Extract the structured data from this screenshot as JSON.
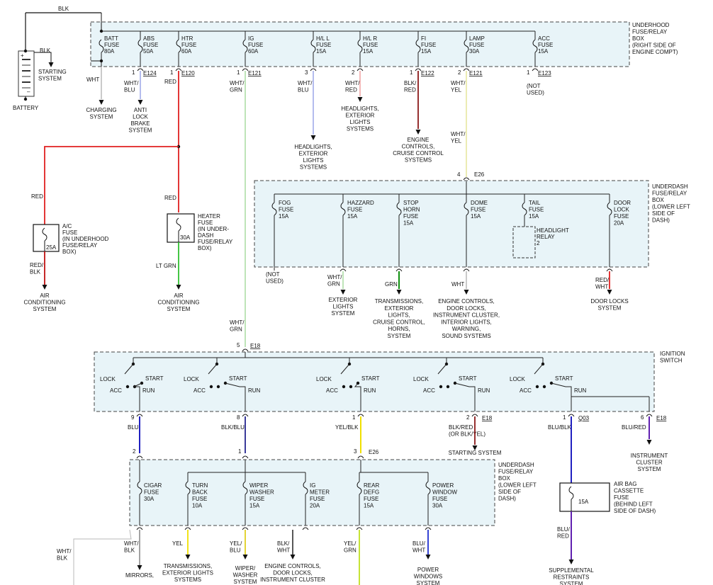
{
  "colors": {
    "BLK": "#111111",
    "RED": "#e02020",
    "WHT": "#b8b8b8",
    "WHT/BLU": "#9aa6e8",
    "WHT/GRN": "#a8dba0",
    "WHT/RED": "#f0a0a0",
    "BLK/RED": "#8b1a1a",
    "WHT/YEL": "#e6e69a",
    "LT GRN": "#30c030",
    "GRN": "#109010",
    "BLU": "#2020c0",
    "BLK/BLU": "#3a3a9a",
    "YEL/BLK": "#f0e000",
    "BLU/BLK": "#2020c0",
    "BLU/RED": "#6020b0",
    "YEL": "#f0e000",
    "YEL/BLU": "#e0d020",
    "BLK/WHT": "#444444",
    "YEL/GRN": "#c0e020",
    "BLU/WHT": "#2030d0",
    "WHT/BLK": "#999999",
    "RED/WHT": "#e02020",
    "RED/BLK": "#c01010"
  },
  "battery": {
    "label": "BATTERY",
    "blk": "BLK",
    "top_blk": "BLK",
    "starting": [
      "STARTING",
      "SYSTEM"
    ],
    "plus": "+",
    "minus": "–"
  },
  "underhood": {
    "title": [
      "UNDERHOOD",
      "FUSE/RELAY",
      "BOX",
      "(RIGHT SIDE OF",
      "ENGINE COMPT)"
    ],
    "fuses": [
      {
        "lines": [
          "BATT",
          "FUSE",
          "80A"
        ]
      },
      {
        "lines": [
          "ABS",
          "FUSE",
          "50A"
        ]
      },
      {
        "lines": [
          "HTR",
          "FUSE",
          "60A"
        ]
      },
      {
        "lines": [
          "IG",
          "FUSE",
          "60A"
        ]
      },
      {
        "lines": [
          "H/L L",
          "FUSE",
          "15A"
        ]
      },
      {
        "lines": [
          "H/L R",
          "FUSE",
          "15A"
        ]
      },
      {
        "lines": [
          "FI",
          "FUSE",
          "15A"
        ]
      },
      {
        "lines": [
          "LAMP",
          "FUSE",
          "30A"
        ]
      },
      {
        "lines": [
          "ACC",
          "FUSE",
          "15A"
        ]
      }
    ],
    "pins": [
      {
        "pin": "1",
        "ref": "E124"
      },
      {
        "pin": "1",
        "ref": "E120"
      },
      {
        "pin": "1",
        "ref": "E121"
      },
      {
        "pin": "3",
        "ref": ""
      },
      {
        "pin": "2",
        "ref": ""
      },
      {
        "pin": "1",
        "ref": "E122"
      },
      {
        "pin": "2",
        "ref": "E121"
      },
      {
        "pin": "1",
        "ref": "E123"
      }
    ],
    "wires": [
      {
        "lines": [
          "WHT"
        ]
      },
      {
        "lines": [
          "WHT/",
          "BLU"
        ]
      },
      {
        "lines": [
          "RED"
        ]
      },
      {
        "lines": [
          "WHT/",
          "GRN"
        ]
      },
      {
        "lines": [
          "WHT/",
          "BLU"
        ]
      },
      {
        "lines": [
          "WHT/",
          "RED"
        ]
      },
      {
        "lines": [
          "BLK/",
          "RED"
        ]
      },
      {
        "lines": [
          "WHT/",
          "YEL"
        ]
      },
      {
        "lines": [
          "(NOT",
          "USED)"
        ]
      }
    ],
    "destinations": [
      {
        "lines": [
          "CHARGING",
          "SYSTEM"
        ]
      },
      {
        "lines": [
          "ANTI",
          "LOCK",
          "BRAKE",
          "SYSTEM"
        ]
      },
      {
        "lines": [
          "HEADLIGHTS,",
          "EXTERIOR",
          "LIGHTS",
          "SYSTEMS"
        ]
      },
      {
        "lines": [
          "HEADLIGHTS,",
          "EXTERIOR",
          "LIGHTS",
          "SYSTEMS"
        ]
      },
      {
        "lines": [
          "ENGINE",
          "CONTROLS,",
          "CRUISE CONTROL",
          "SYSTEMS"
        ]
      }
    ],
    "lamp_wire2": [
      "WHT/",
      "YEL"
    ]
  },
  "heater_branch": {
    "red1": "RED",
    "red2": "RED",
    "ac_fuse": [
      "A/C",
      "FUSE",
      "(IN UNDERHOOD",
      "FUSE/RELAY",
      "BOX)"
    ],
    "ac_amp": "25A",
    "ac_wire": [
      "RED/",
      "BLK"
    ],
    "ac_dest": [
      "AIR",
      "CONDITIONING",
      "SYSTEM"
    ],
    "htr_fuse": [
      "HEATER",
      "FUSE",
      "(IN UNDER-",
      "DASH",
      "FUSE/RELAY",
      "BOX)"
    ],
    "htr_amp": "30A",
    "htr_wire": "LT GRN",
    "htr_dest": [
      "AIR",
      "CONDITIONING",
      "SYSTEM"
    ]
  },
  "underdash1": {
    "in_pin": "4",
    "in_ref": "E26",
    "title": [
      "UNDERDASH",
      "FUSE/RELAY",
      "BOX",
      "(LOWER LEFT",
      "SIDE OF",
      "DASH)"
    ],
    "fuses": [
      {
        "lines": [
          "FOG",
          "FUSE",
          "15A"
        ]
      },
      {
        "lines": [
          "HAZZARD",
          "FUSE",
          "15A"
        ]
      },
      {
        "lines": [
          "STOP",
          "HORN",
          "FUSE",
          "15A"
        ]
      },
      {
        "lines": [
          "DOME",
          "FUSE",
          "15A"
        ]
      },
      {
        "lines": [
          "TAIL",
          "FUSE",
          "15A"
        ]
      },
      {
        "lines": [
          "DOOR",
          "LOCK",
          "FUSE",
          "20A"
        ]
      }
    ],
    "relay": [
      "HEADLIGHT",
      "RELAY",
      "2"
    ],
    "wires": [
      {
        "lines": [
          "(NOT",
          "USED)"
        ]
      },
      {
        "lines": [
          "WHT/",
          "GRN"
        ]
      },
      {
        "lines": [
          "GRN"
        ]
      },
      {
        "lines": [
          "WHT"
        ]
      },
      {
        "lines": [
          "RED/",
          "WHT"
        ]
      }
    ],
    "destinations": [
      {
        "lines": [
          "EXTERIOR",
          "LIGHTS",
          "SYSTEM"
        ]
      },
      {
        "lines": [
          "TRANSMISSIONS,",
          "EXTERIOR",
          "LIGHTS,",
          "CRUISE CONTROL,",
          "HORNS,",
          "SYSTEM"
        ]
      },
      {
        "lines": [
          "ENGINE CONTROLS,",
          "DOOR LOCKS,",
          "INSTRUMENT CLUSTER,",
          "INTERIOR LIGHTS,",
          "WARNING,",
          "SOUND SYSTEMS"
        ]
      },
      {
        "lines": [
          "DOOR LOCKS",
          "SYSTEM"
        ]
      }
    ]
  },
  "ig_wire2": [
    "WHT/",
    "GRN"
  ],
  "ignition": {
    "title": [
      "IGNITION",
      "SWITCH"
    ],
    "in_pin": "5",
    "in_ref": "E18",
    "lock": "LOCK",
    "start": "START",
    "acc": "ACC",
    "run": "RUN",
    "pins": [
      {
        "pin": "9",
        "ref": ""
      },
      {
        "pin": "8",
        "ref": ""
      },
      {
        "pin": "1",
        "ref": ""
      },
      {
        "pin": "2",
        "ref": "E18"
      },
      {
        "pin": "1",
        "ref": "Q03"
      },
      {
        "pin": "6",
        "ref": "E18"
      }
    ],
    "wires": [
      {
        "lines": [
          "BLU"
        ]
      },
      {
        "lines": [
          "BLK/BLU"
        ]
      },
      {
        "lines": [
          "YEL/BLK"
        ]
      },
      {
        "lines": [
          "BLK/RED",
          "(OR BLK/YEL)"
        ]
      },
      {
        "lines": [
          "BLU/BLK"
        ]
      },
      {
        "lines": [
          "BLU/RED"
        ]
      }
    ],
    "destinations": [
      {
        "lines": [
          "STARTING SYSTEM"
        ]
      },
      {
        "lines": [
          "INSTRUMENT",
          "CLUSTER",
          "SYSTEM"
        ]
      }
    ]
  },
  "underdash2": {
    "title": [
      "UNDERDASH",
      "FUSE/RELAY",
      "BOX",
      "(LOWER LEFT",
      "SIDE OF",
      "DASH)"
    ],
    "in_pins": [
      "2",
      "1",
      "3"
    ],
    "in_ref": "E26",
    "fuses": [
      {
        "lines": [
          "CIGAR",
          "FUSE",
          "30A"
        ]
      },
      {
        "lines": [
          "TURN",
          "BACK",
          "FUSE",
          "10A"
        ]
      },
      {
        "lines": [
          "WIPER",
          "WASHER",
          "FUSE",
          "15A"
        ]
      },
      {
        "lines": [
          "IG",
          "METER",
          "FUSE",
          "20A"
        ]
      },
      {
        "lines": [
          "REAR",
          "DEFG",
          "FUSE",
          "15A"
        ]
      },
      {
        "lines": [
          "POWER",
          "WINDOW",
          "FUSE",
          "30A"
        ]
      }
    ],
    "wires": [
      {
        "lines": [
          "WHT/",
          "BLK"
        ]
      },
      {
        "lines": [
          "YEL"
        ]
      },
      {
        "lines": [
          "YEL/",
          "BLU"
        ]
      },
      {
        "lines": [
          "BLK/",
          "WHT"
        ]
      },
      {
        "lines": [
          "YEL/",
          "GRN"
        ]
      },
      {
        "lines": [
          "BLU/",
          "WHT"
        ]
      }
    ],
    "destinations": [
      {
        "lines": [
          "MIRRORS,"
        ]
      },
      {
        "lines": [
          "TRANSMISSIONS,",
          "EXTERIOR LIGHTS",
          "SYSTEMS"
        ]
      },
      {
        "lines": [
          "WIPER/",
          "WASHER",
          "SYSTEM"
        ]
      },
      {
        "lines": [
          "ENGINE CONTROLS,",
          "DOOR LOCKS,",
          "INSTRUMENT CLUSTER"
        ]
      },
      {
        "lines": [
          "POWER",
          "WINDOWS",
          "SYSTEM"
        ]
      }
    ],
    "left_wire": [
      "WHT/",
      "BLK"
    ]
  },
  "airbag": {
    "fuse": [
      "AIR BAG",
      "CASSETTE",
      "FUSE",
      "(BEHIND LEFT",
      "SIDE OF DASH)"
    ],
    "amp": "15A",
    "wire": [
      "BLU/",
      "RED"
    ],
    "dest": [
      "SUPPLEMENTAL",
      "RESTRAINTS",
      "SYSTEM"
    ]
  }
}
